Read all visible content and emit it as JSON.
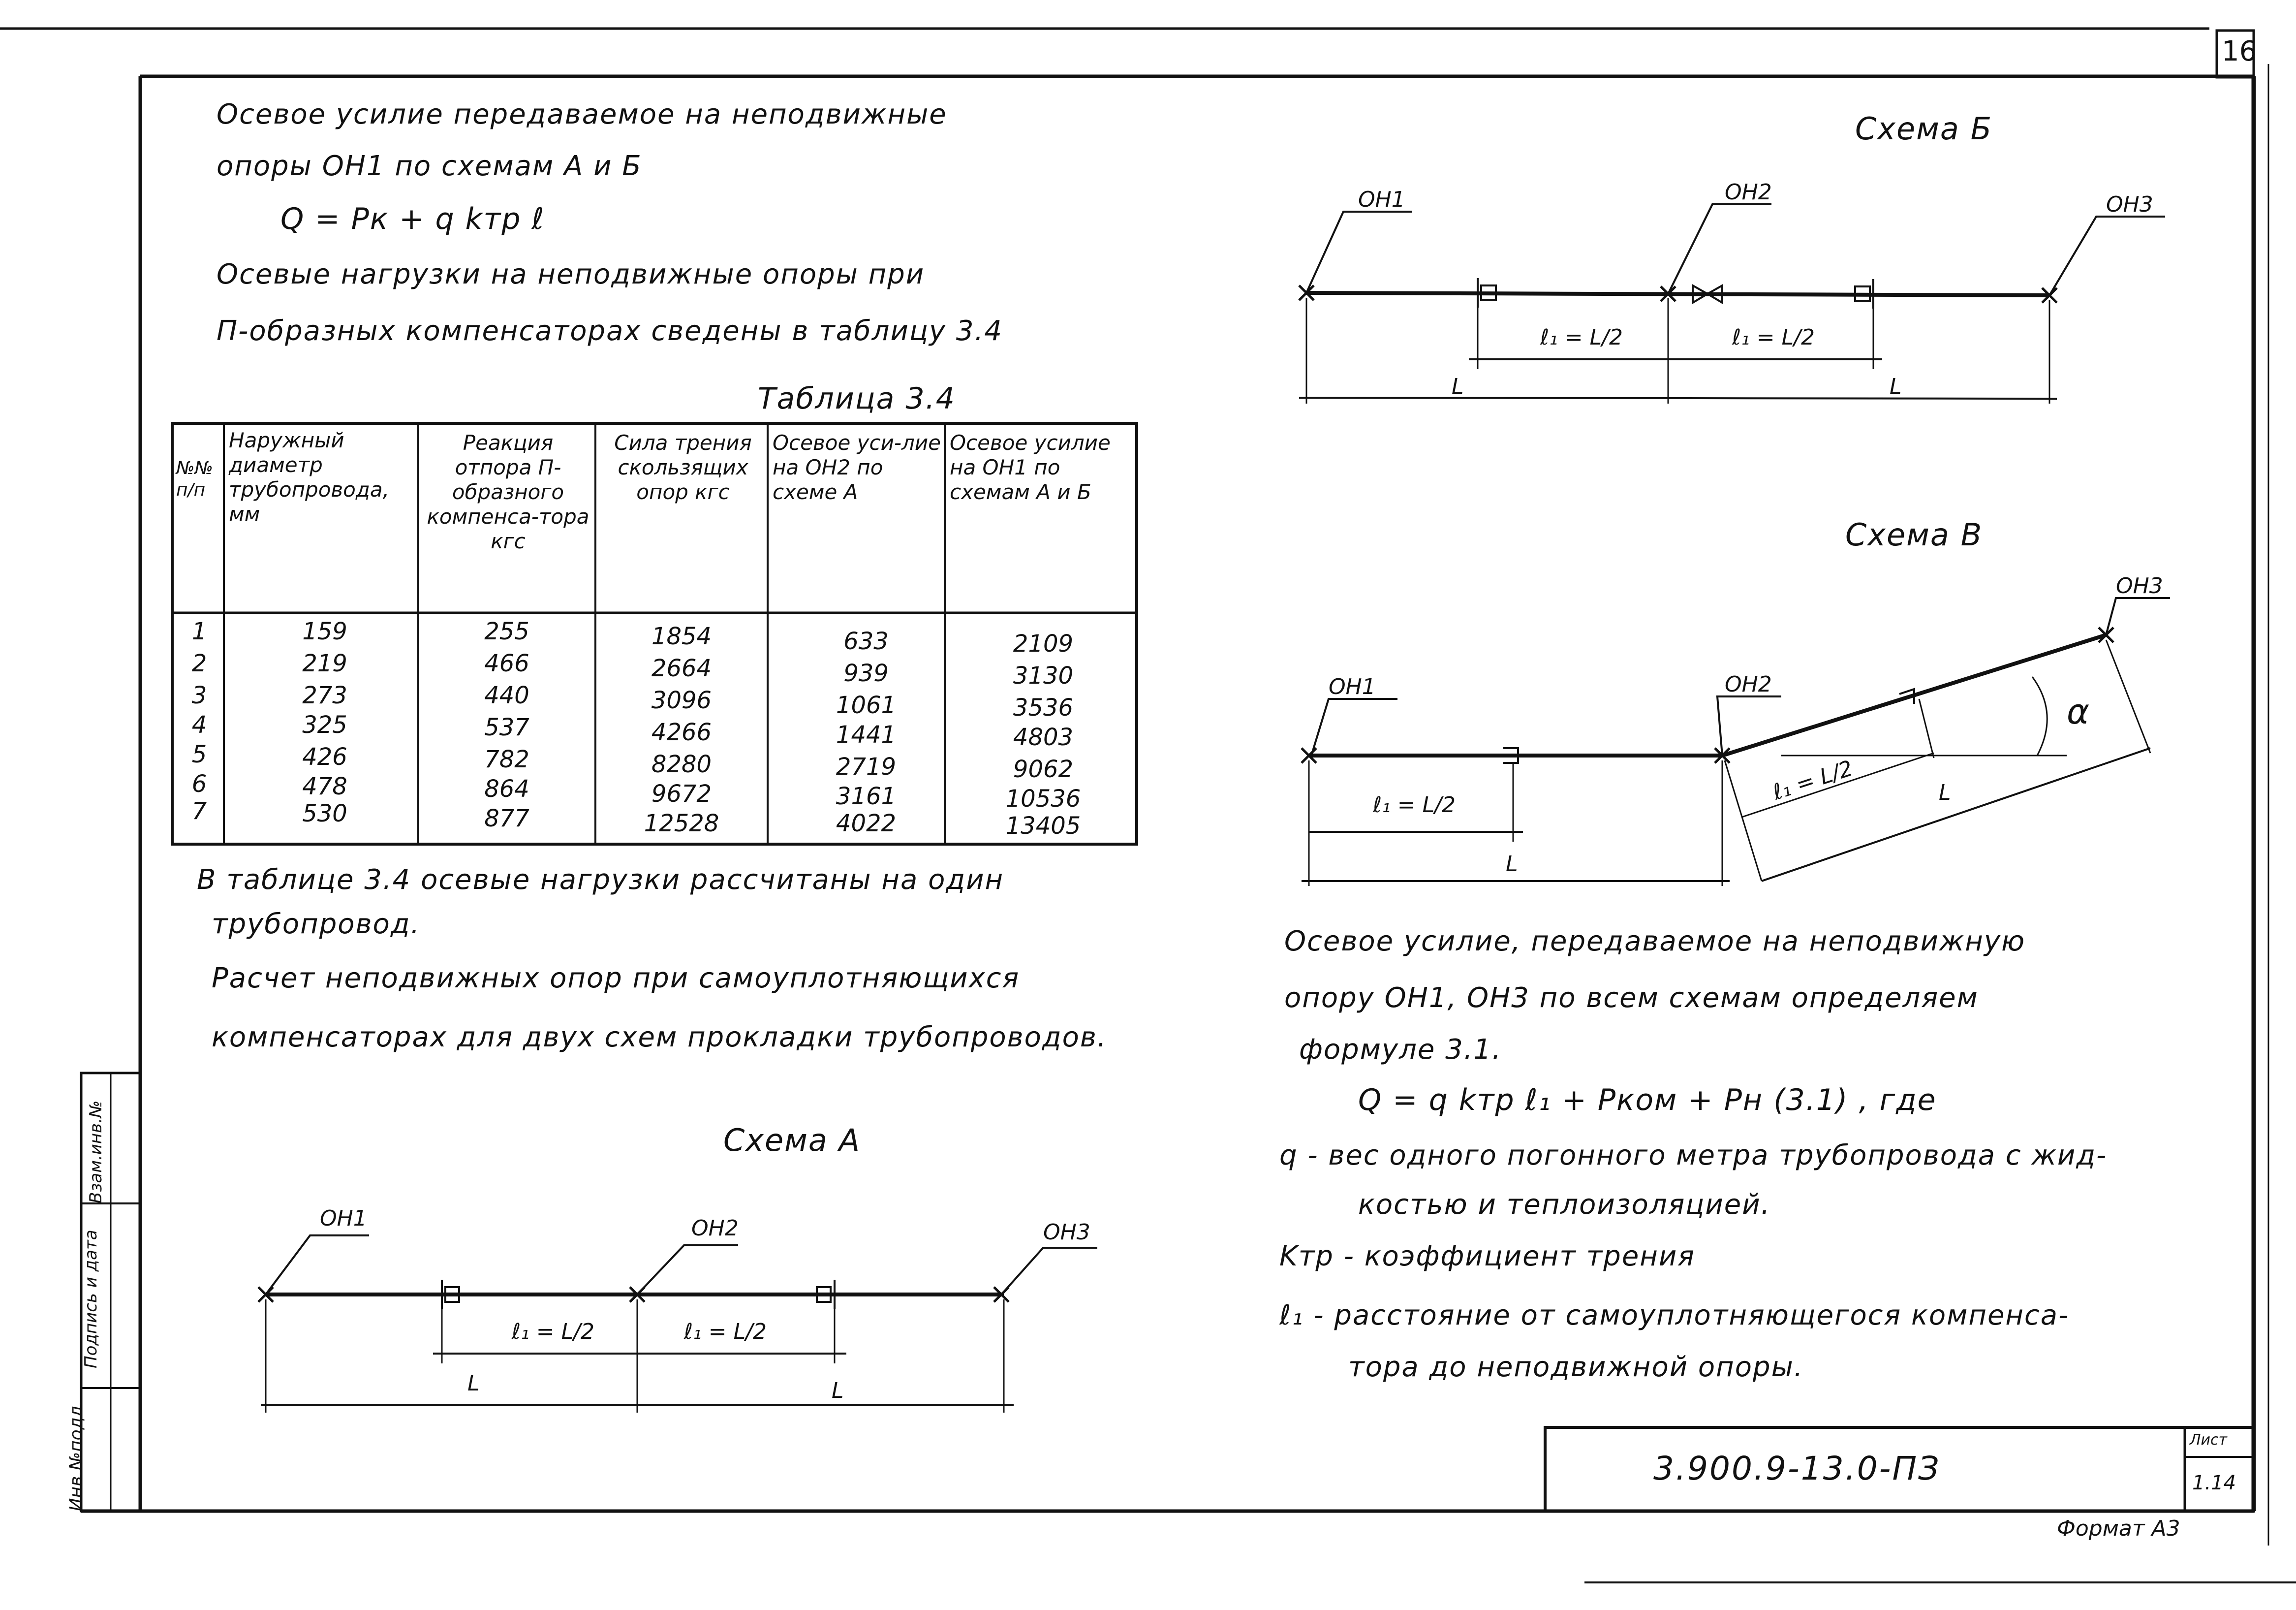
{
  "sheet_number": "16",
  "left_text": {
    "line1": "Осевое усилие передаваемое на неподвижные",
    "line2": "опоры ОН1 по схемам А и Б",
    "formula1": "Q = Pк + q kтр ℓ",
    "line3": "Осевые нагрузки на неподвижные опоры при",
    "line4": "П-образных компенсаторах сведены в таблицу 3.4",
    "table_caption": "Таблица 3.4",
    "after1": "В таблице 3.4 осевые нагрузки рассчитаны на один",
    "after2": "трубопровод.",
    "after3": "Расчет неподвижных опор при самоуплотняющихся",
    "after4": "компенсаторах для двух схем прокладки трубопроводов."
  },
  "table": {
    "headers": [
      "№№ п/п",
      "Наружный диаметр трубопровода, мм",
      "Реакция отпора П-образного компенса-тора кгс",
      "Сила трения скользящих опор кгс",
      "Осевое уси-лие на ОН2 по схеме А",
      "Осевое усилие на ОН1 по схемам А и Б"
    ],
    "rows": [
      [
        "1",
        "159",
        "255",
        "1854",
        "633",
        "2109"
      ],
      [
        "2",
        "219",
        "466",
        "2664",
        "939",
        "3130"
      ],
      [
        "3",
        "273",
        "440",
        "3096",
        "1061",
        "3536"
      ],
      [
        "4",
        "325",
        "537",
        "4266",
        "1441",
        "4803"
      ],
      [
        "5",
        "426",
        "782",
        "8280",
        "2719",
        "9062"
      ],
      [
        "6",
        "478",
        "864",
        "9672",
        "3161",
        "10536"
      ],
      [
        "7",
        "530",
        "877",
        "12528",
        "4022",
        "13405"
      ]
    ]
  },
  "schemes": {
    "a_title": "Схема А",
    "b_title": "Схема Б",
    "v_title": "Схема В",
    "on1": "ОН1",
    "on2": "ОН2",
    "on3": "ОН3",
    "l1_eq": "ℓ₁ = L/2",
    "big_l": "L",
    "alpha": "α"
  },
  "right_text": {
    "p1": "Осевое усилие, передаваемое на неподвижную",
    "p2": "опору ОН1, ОН3 по всем схемам определяем",
    "p3": "формуле 3.1.",
    "formula2": "Q = q kтр ℓ₁ + Pком + Pн   (3.1) , где",
    "d1": "q - вес одного погонного метра трубопровода с жид-",
    "d2": "костью и теплоизоляцией.",
    "d3": "Kтр - коэффициент трения",
    "d4": "ℓ₁ - расстояние от самоуплотняющегося компенса-",
    "d5": "тора до неподвижной опоры."
  },
  "stamp": {
    "doc_code": "3.900.9-13.0-ПЗ",
    "list_label": "Лист",
    "list_value": "1.14",
    "format": "Формат А3"
  },
  "side_stamp": {
    "c1": "Инв.№подл.",
    "c2": "Подпись и дата",
    "c3": "Взам.инв.№"
  }
}
